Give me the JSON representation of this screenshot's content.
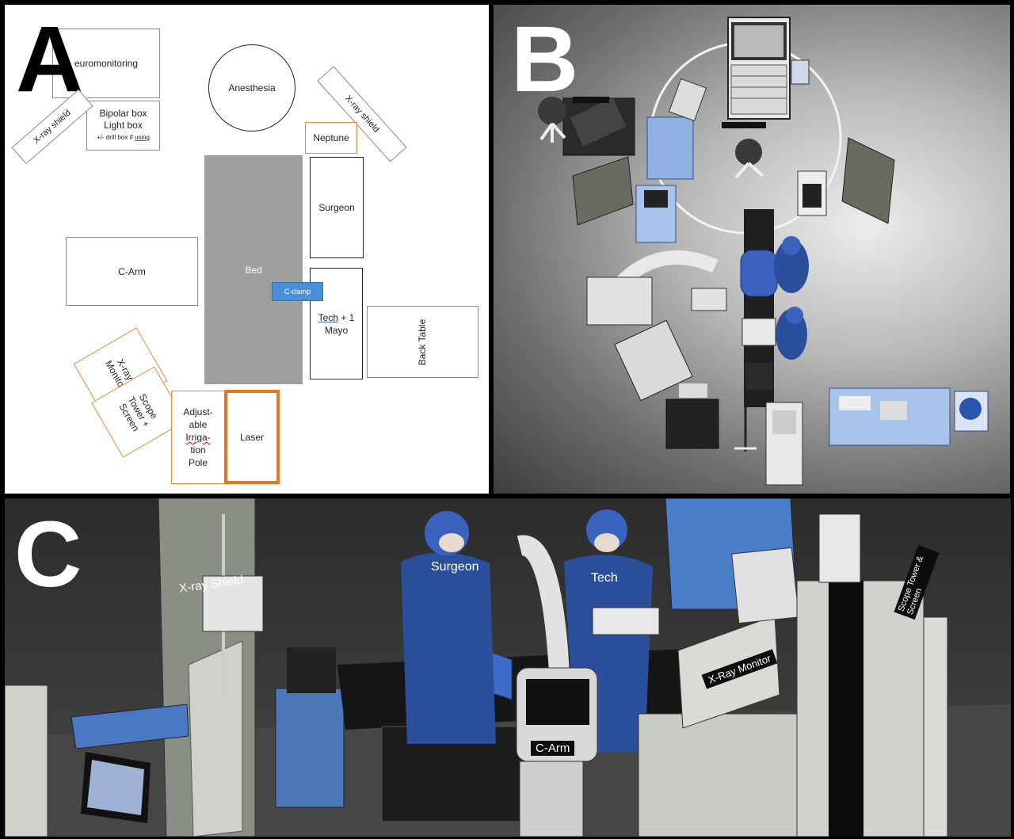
{
  "panels": {
    "a": {
      "letter": "A",
      "neuromonitoring": "euromonitoring",
      "bipolar_line1": "Bipolar box",
      "bipolar_line2": "Light box",
      "bipolar_line3_a": "+/- drill box if ",
      "bipolar_line3_b": "using",
      "xray_shield_left": "X-ray shield",
      "xray_shield_right": "X-ray shield",
      "anesthesia": "Anesthesia",
      "neptune": "Neptune",
      "bed": "Bed",
      "surgeon": "Surgeon",
      "c_arm": "C-Arm",
      "c_clamp": "C-clamp",
      "tech_line1_a": "Tech",
      "tech_line1_b": " + 1",
      "tech_line2": "Mayo",
      "back_table": "Back Table",
      "xray_monitor": "X-ray Monitor",
      "scope_tower_line1": "Scope",
      "scope_tower_line2": "Tower +",
      "scope_tower_line3": "Screen",
      "irrigation_line1": "Adjust-",
      "irrigation_line2": "able",
      "irrigation_line3": "Irriga-",
      "irrigation_line4": "tion",
      "irrigation_line5": "Pole",
      "laser": "Laser"
    },
    "b": {
      "letter": "B"
    },
    "c": {
      "letter": "C",
      "labels": {
        "surgeon": "Surgeon",
        "tech": "Tech",
        "xray_shield": "X-ray Shield",
        "c_arm": "C-Arm",
        "xray_monitor": "X-Ray Monitor",
        "scope_tower": "Scope Tower & Screen"
      }
    }
  },
  "colors": {
    "orange": "#e87722",
    "c_clamp": "#4a90d9",
    "bed": "#9e9e9e",
    "gown_blue": "#2b4f9a",
    "equipment_blue": "#5b86c8"
  }
}
